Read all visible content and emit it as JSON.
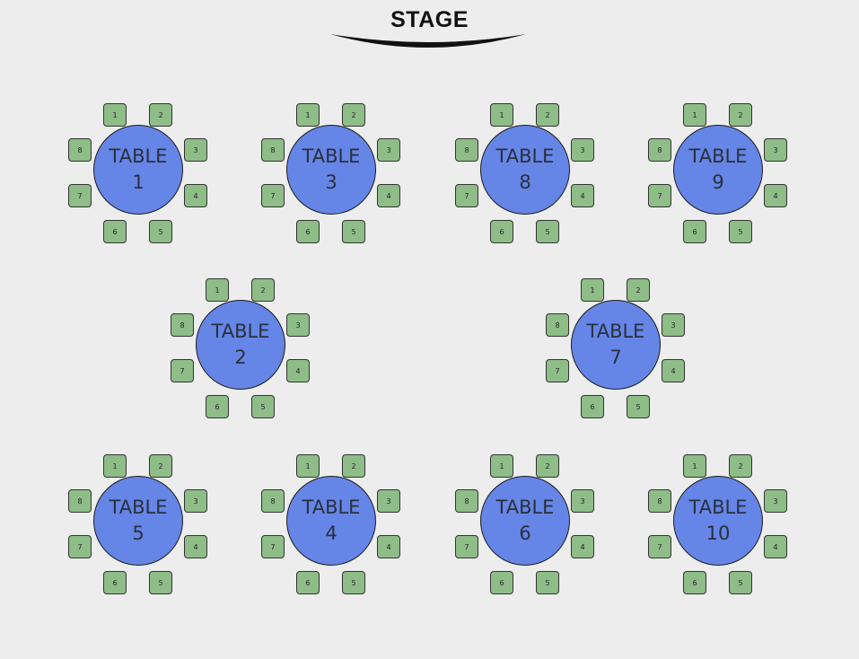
{
  "stage": {
    "label": "STAGE"
  },
  "table_word": "TABLE",
  "tables": [
    {
      "number": "1",
      "seats": [
        "1",
        "2",
        "3",
        "4",
        "5",
        "6",
        "7",
        "8"
      ]
    },
    {
      "number": "3",
      "seats": [
        "1",
        "2",
        "3",
        "4",
        "5",
        "6",
        "7",
        "8"
      ]
    },
    {
      "number": "8",
      "seats": [
        "1",
        "2",
        "3",
        "4",
        "5",
        "6",
        "7",
        "8"
      ]
    },
    {
      "number": "9",
      "seats": [
        "1",
        "2",
        "3",
        "4",
        "5",
        "6",
        "7",
        "8"
      ]
    },
    {
      "number": "2",
      "seats": [
        "1",
        "2",
        "3",
        "4",
        "5",
        "6",
        "7",
        "8"
      ]
    },
    {
      "number": "7",
      "seats": [
        "1",
        "2",
        "3",
        "4",
        "5",
        "6",
        "7",
        "8"
      ]
    },
    {
      "number": "5",
      "seats": [
        "1",
        "2",
        "3",
        "4",
        "5",
        "6",
        "7",
        "8"
      ]
    },
    {
      "number": "4",
      "seats": [
        "1",
        "2",
        "3",
        "4",
        "5",
        "6",
        "7",
        "8"
      ]
    },
    {
      "number": "6",
      "seats": [
        "1",
        "2",
        "3",
        "4",
        "5",
        "6",
        "7",
        "8"
      ]
    },
    {
      "number": "10",
      "seats": [
        "1",
        "2",
        "3",
        "4",
        "5",
        "6",
        "7",
        "8"
      ]
    }
  ],
  "colors": {
    "background": "#ededed",
    "table": "#6586e6",
    "seat": "#8ebd88",
    "stage": "#111111"
  }
}
